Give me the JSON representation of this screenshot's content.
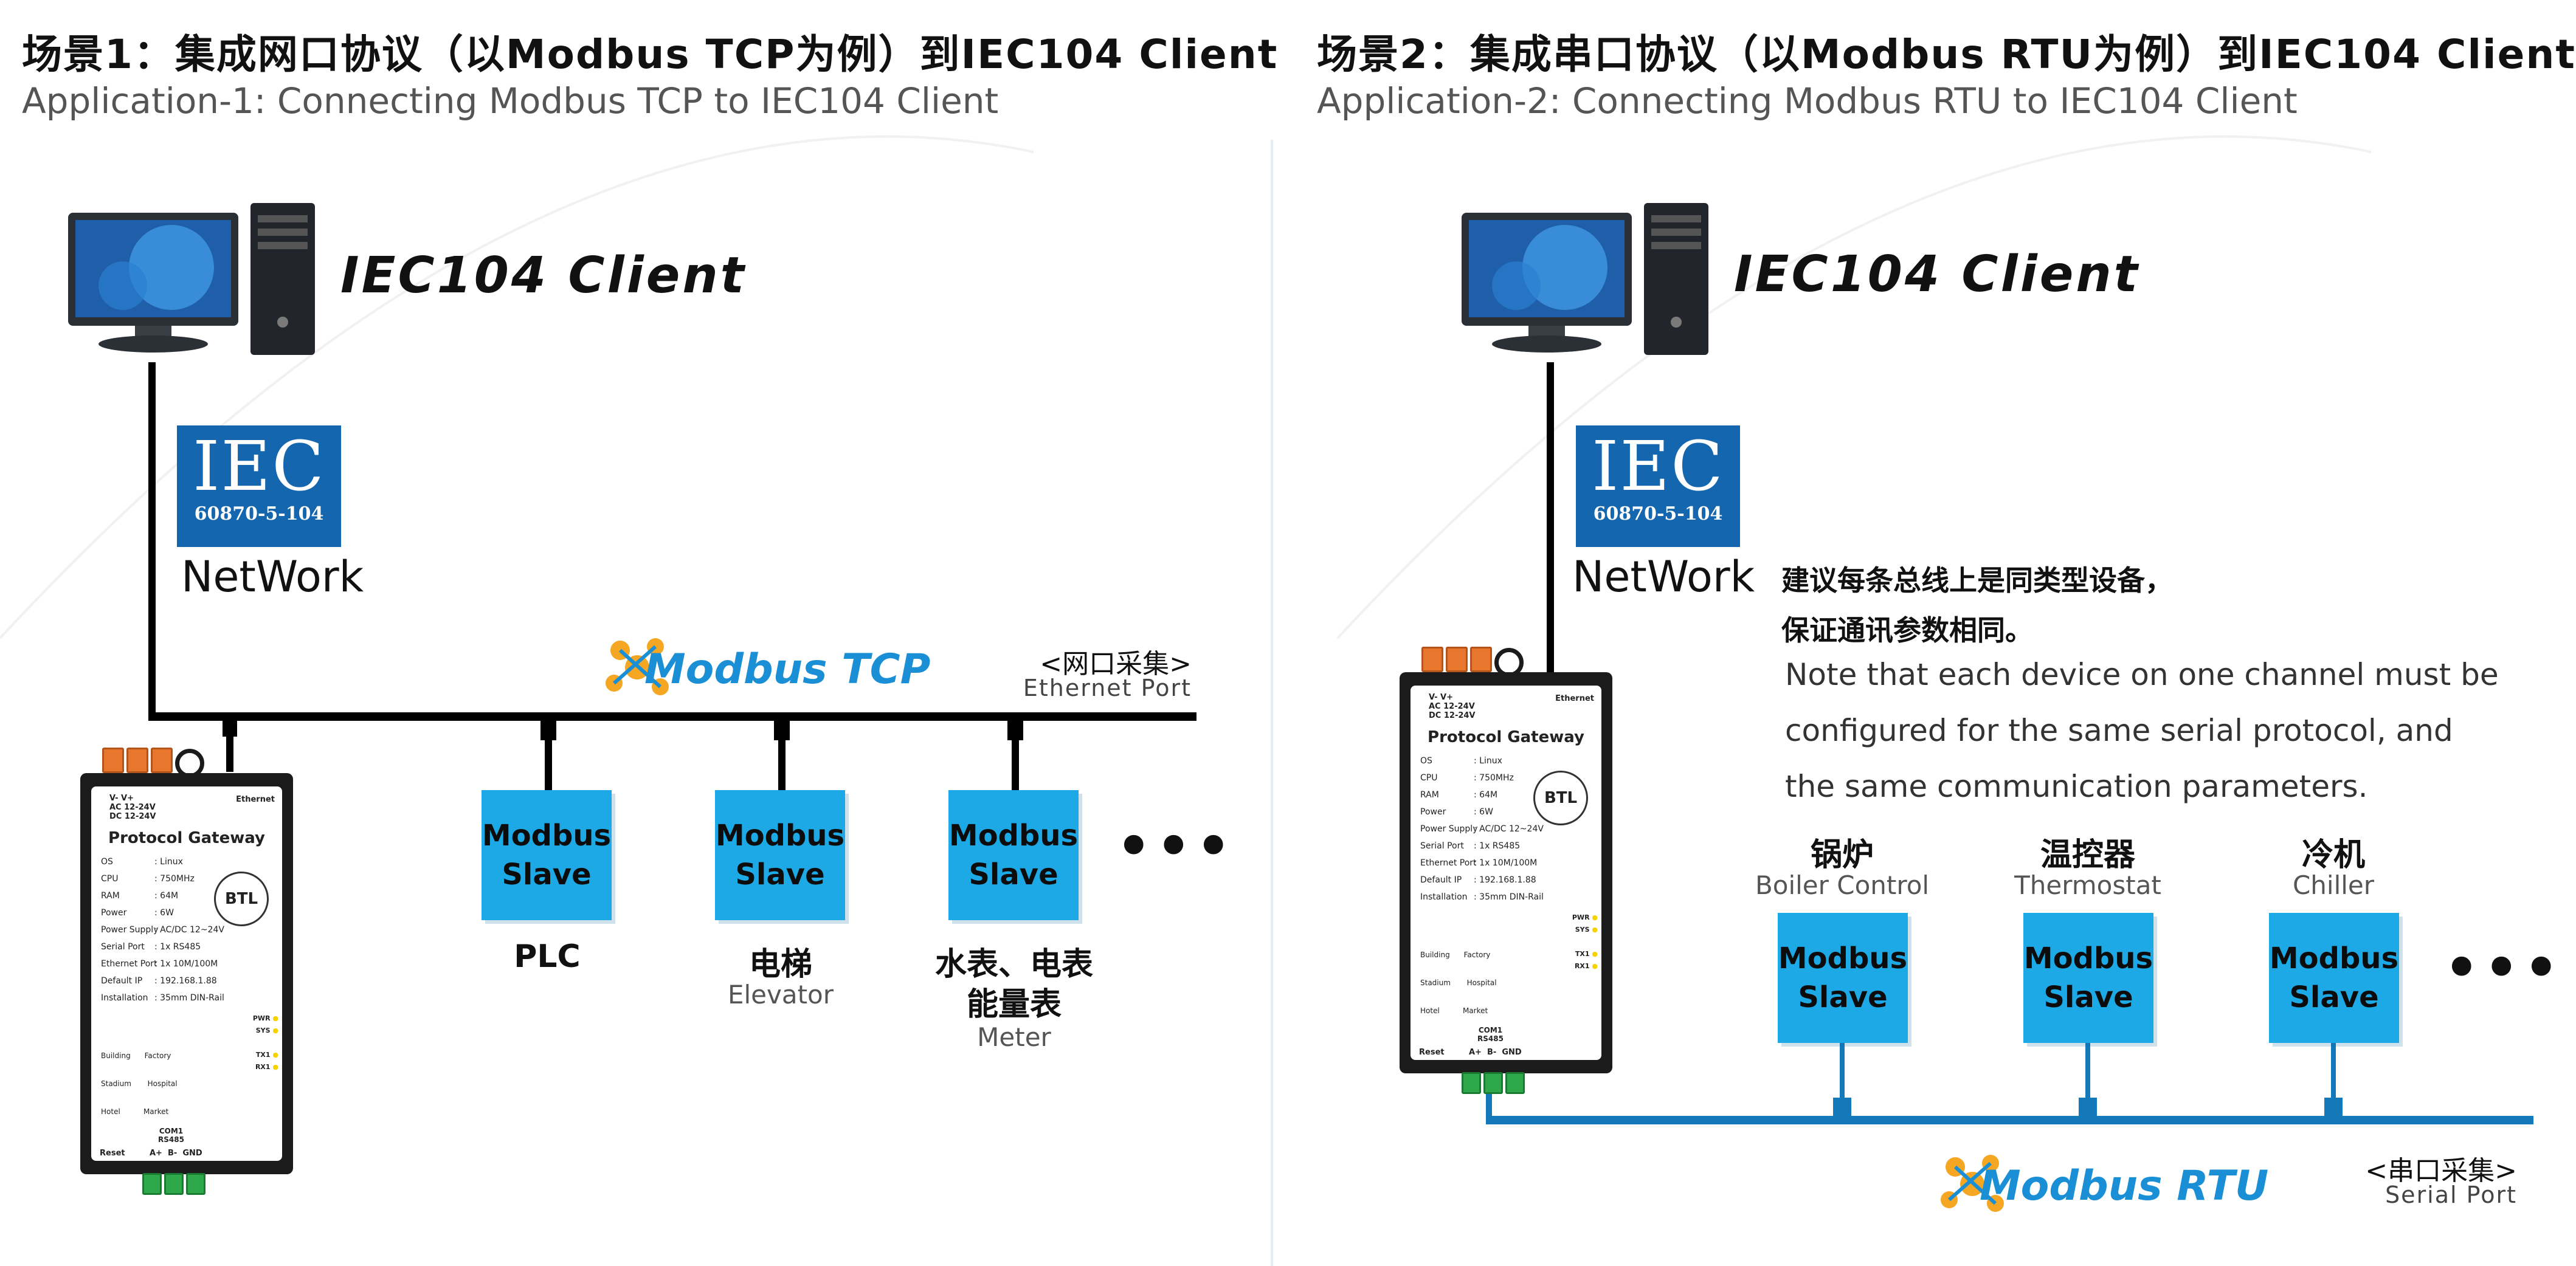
{
  "left": {
    "heading_cn": "场景1：集成网口协议（以Modbus TCP为例）到IEC104 Client",
    "heading_en": "Application-1: Connecting Modbus TCP to IEC104 Client",
    "client_title": "IEC104 Client",
    "iec_logo": {
      "big": "IEC",
      "small": "60870-5-104"
    },
    "network_label": "NetWork",
    "modbus_logo": "Modbus TCP",
    "port_cn": "<网口采集>",
    "port_en": "Ethernet Port",
    "devices": [
      {
        "slave_line1": "Modbus",
        "slave_line2": "Slave",
        "name_cn": "PLC",
        "name_cn2": "",
        "name_en": ""
      },
      {
        "slave_line1": "Modbus",
        "slave_line2": "Slave",
        "name_cn": "电梯",
        "name_cn2": "",
        "name_en": "Elevator"
      },
      {
        "slave_line1": "Modbus",
        "slave_line2": "Slave",
        "name_cn": "水表、电表",
        "name_cn2": "能量表",
        "name_en": "Meter"
      }
    ],
    "ellipsis": "•••"
  },
  "right": {
    "heading_cn": "场景2：集成串口协议（以Modbus RTU为例）到IEC104 Client",
    "heading_en": "Application-2: Connecting Modbus RTU to IEC104 Client",
    "client_title": "IEC104 Client",
    "iec_logo": {
      "big": "IEC",
      "small": "60870-5-104"
    },
    "network_label": "NetWork",
    "note_cn": [
      "建议每条总线上是同类型设备，",
      "保证通讯参数相同。"
    ],
    "note_en": [
      "Note that each device on one channel must be",
      "configured for the same serial protocol, and",
      "the same communication parameters."
    ],
    "modbus_logo": "Modbus RTU",
    "port_cn": "<串口采集>",
    "port_en": "Serial Port",
    "devices": [
      {
        "slave_line1": "Modbus",
        "slave_line2": "Slave",
        "name_cn": "锅炉",
        "name_en": "Boiler Control"
      },
      {
        "slave_line1": "Modbus",
        "slave_line2": "Slave",
        "name_cn": "温控器",
        "name_en": "Thermostat"
      },
      {
        "slave_line1": "Modbus",
        "slave_line2": "Slave",
        "name_cn": "冷机",
        "name_en": "Chiller"
      }
    ],
    "ellipsis": "•••"
  },
  "gateway": {
    "power_label": "V-   V+",
    "power_spec1": "AC 12-24V",
    "power_spec2": "DC 12-24V",
    "ethernet_label": "Ethernet",
    "title": "Protocol Gateway",
    "specs": [
      {
        "k": "OS",
        "v": ": Linux"
      },
      {
        "k": "CPU",
        "v": ": 750MHz"
      },
      {
        "k": "RAM",
        "v": ": 64M"
      },
      {
        "k": "Power",
        "v": ": 6W"
      },
      {
        "k": "Power Supply",
        "v": ": AC/DC 12~24V"
      },
      {
        "k": "Serial Port",
        "v": ": 1x RS485"
      },
      {
        "k": "Ethernet Port",
        "v": ": 1x 10M/100M"
      },
      {
        "k": "Default IP",
        "v": ": 192.168.1.88"
      },
      {
        "k": "Installation",
        "v": ": 35mm DIN-Rail"
      }
    ],
    "icons": [
      "Building",
      "Factory",
      "Stadium",
      "Hospital",
      "Hotel",
      "Market"
    ],
    "leds": [
      "PWR",
      "SYS",
      "TX1",
      "RX1"
    ],
    "btl": "BTL",
    "com": "COM1",
    "rs485": "RS485",
    "reset": "Reset",
    "pins": "A+  B-  GND"
  },
  "colors": {
    "slave": "#1da8e6",
    "iec_blue": "#1466ae",
    "bus_black": "#000000",
    "bus_blue": "#1479b8",
    "terminal_orange": "#e8772d",
    "terminal_green": "#2ea84a"
  }
}
